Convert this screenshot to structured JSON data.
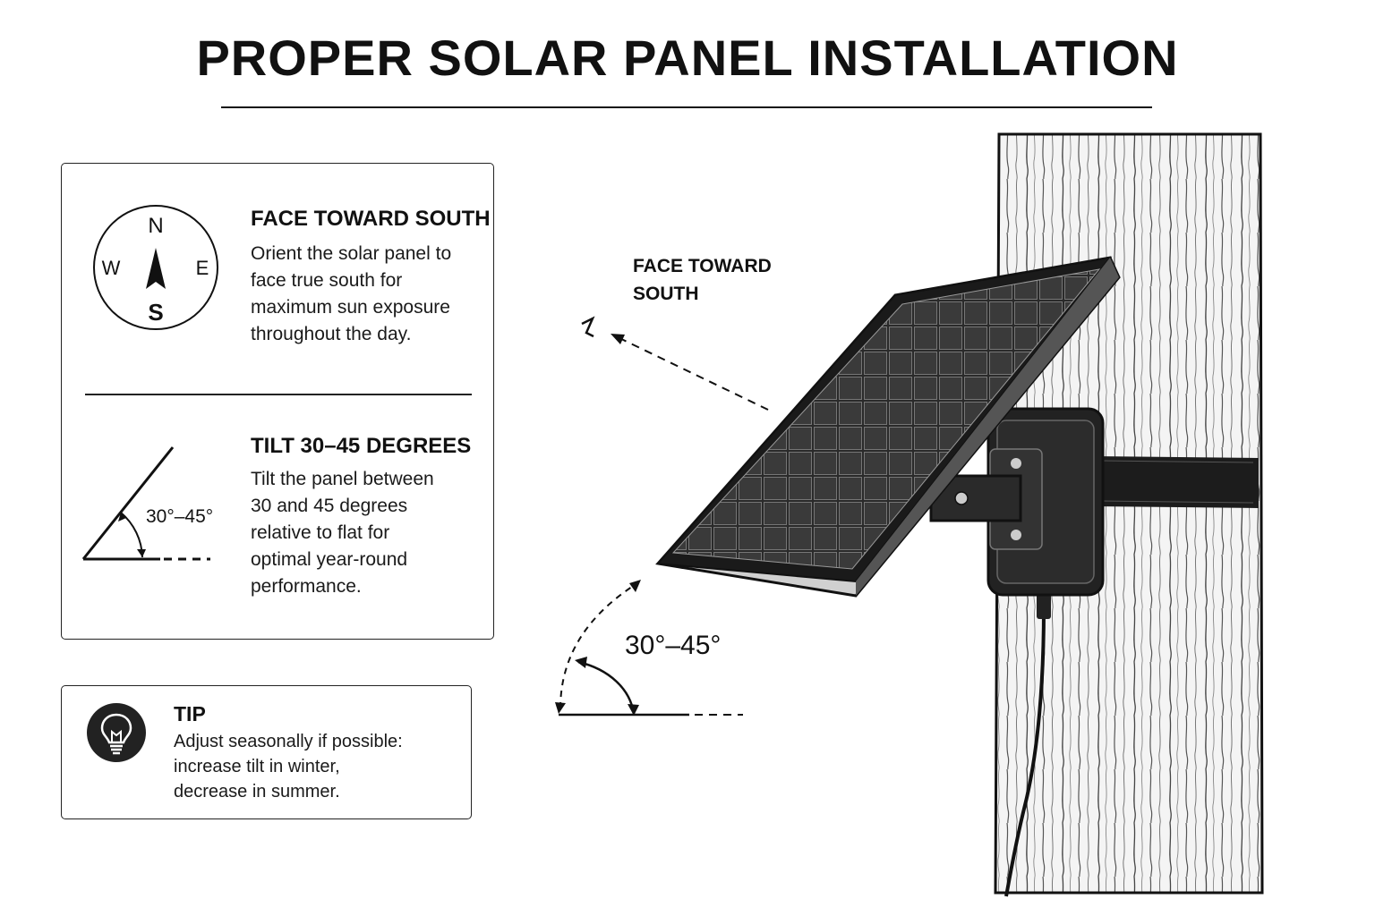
{
  "title": "PROPER SOLAR PANEL INSTALLATION",
  "orientation": {
    "heading": "FACE TOWARD SOUTH",
    "body": "Orient the solar panel to\nface true south for\nmaximum sun exposure\nthroughout the day.",
    "compass": {
      "n": "N",
      "s": "S",
      "e": "E",
      "w": "W"
    }
  },
  "tilt": {
    "heading": "TILT 30–45 DEGREES",
    "body": "Tilt the panel between\n30 and 45 degrees\nrelative to flat for\noptimal year-round\nperformance.",
    "angle_label": "30°–45°"
  },
  "tip": {
    "heading": "TIP",
    "body": "Adjust seasonally if possible:\nincrease tilt in winter,\ndecrease in summer."
  },
  "illustration": {
    "direction_label": "FACE TOWARD\nSOUTH",
    "angle_label": "30°–45°"
  },
  "icons": {
    "compass": "compass-icon",
    "angle": "angle-icon",
    "tip": "lightbulb-icon"
  }
}
